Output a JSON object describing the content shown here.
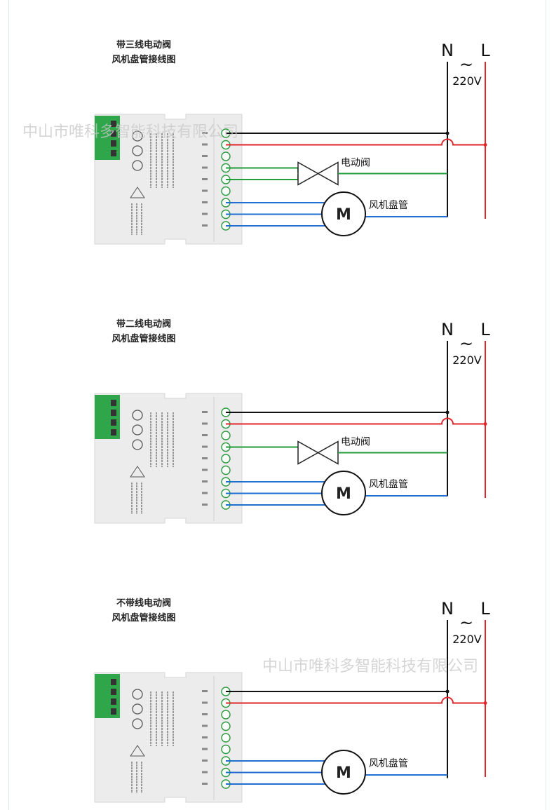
{
  "watermark": "中山市唯科多智能科技有限公司",
  "colors": {
    "neutral": "#111111",
    "live": "#e0262b",
    "valve": "#1f9e3a",
    "fan": "#1f6fd0",
    "terminal": "#2a9a3c",
    "device": "#ececec"
  },
  "diagrams": [
    {
      "title_line1": "带三线电动阀",
      "title_line2": "风机盘管接线图",
      "n_label": "N",
      "tilde": "~",
      "l_label": "L",
      "voltage": "220V",
      "valve_label": "电动阀",
      "fan_label": "风机盘管",
      "motor_symbol": "M",
      "has_valve": true,
      "valve_wires": 2
    },
    {
      "title_line1": "带二线电动阀",
      "title_line2": "风机盘管接线图",
      "n_label": "N",
      "tilde": "~",
      "l_label": "L",
      "voltage": "220V",
      "valve_label": "电动阀",
      "fan_label": "风机盘管",
      "motor_symbol": "M",
      "has_valve": true,
      "valve_wires": 1
    },
    {
      "title_line1": "不带线电动阀",
      "title_line2": "风机盘管接线图",
      "n_label": "N",
      "tilde": "~",
      "l_label": "L",
      "voltage": "220V",
      "fan_label": "风机盘管",
      "motor_symbol": "M",
      "has_valve": false,
      "valve_wires": 0
    }
  ]
}
